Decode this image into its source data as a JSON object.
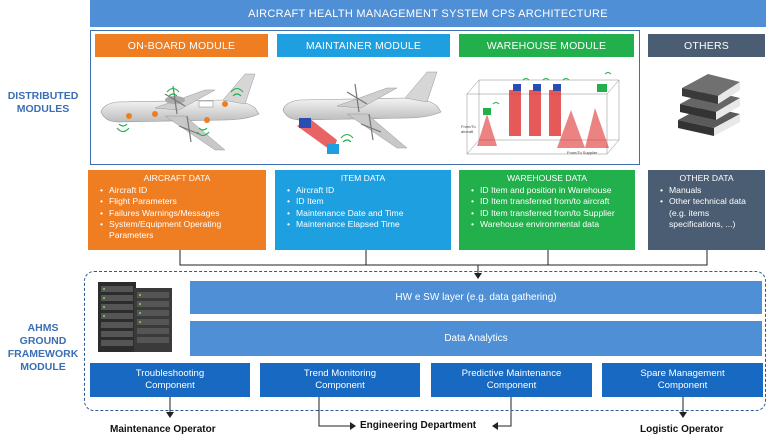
{
  "title": "AIRCRAFT HEALTH MANAGEMENT SYSTEM CPS ARCHITECTURE",
  "side_labels": {
    "distributed": [
      "DISTRIBUTED",
      "MODULES"
    ],
    "ground": [
      "AHMS",
      "GROUND",
      "FRAMEWORK",
      "MODULE"
    ]
  },
  "modules": [
    {
      "header": "ON-BOARD MODULE",
      "color": "#ef7d22"
    },
    {
      "header": "MAINTAINER MODULE",
      "color": "#1e9fe0"
    },
    {
      "header": "WAREHOUSE MODULE",
      "color": "#21b04b"
    },
    {
      "header": "OTHERS",
      "color": "#4a5d72"
    }
  ],
  "data_boxes": [
    {
      "title": "AIRCRAFT DATA",
      "items": [
        "Aircraft ID",
        "Flight Parameters",
        "Failures Warnings/Messages",
        "System/Equipment Operating Parameters"
      ]
    },
    {
      "title": "ITEM DATA",
      "items": [
        "Aircraft ID",
        "ID Item",
        "Maintenance Date and Time",
        "Maintenance Elapsed Time"
      ]
    },
    {
      "title": "WAREHOUSE DATA",
      "items": [
        "ID Item and position in Warehouse",
        "ID Item transferred from/to aircraft",
        "ID Item transferred from/to Supplier",
        "Warehouse environmental data"
      ]
    },
    {
      "title": "OTHER DATA",
      "items": [
        "Manuals",
        "Other technical data (e.g. items specifications, ...)"
      ]
    }
  ],
  "layers": {
    "hw_sw": "HW e SW layer (e.g. data gathering)",
    "analytics": "Data Analytics"
  },
  "components": [
    {
      "line1": "Troubleshooting",
      "line2": "Component"
    },
    {
      "line1": "Trend Monitoring",
      "line2": "Component"
    },
    {
      "line1": "Predictive Maintenance",
      "line2": "Component"
    },
    {
      "line1": "Spare Management",
      "line2": "Component"
    }
  ],
  "operators": {
    "maintenance": "Maintenance Operator",
    "engineering": "Engineering Department",
    "logistic": "Logistic Operator"
  },
  "figure_labels": {
    "warehouse_from_to_aircraft": [
      "From/To",
      "aircraft"
    ],
    "warehouse_from_to_supplier": "From/To Supplier"
  }
}
